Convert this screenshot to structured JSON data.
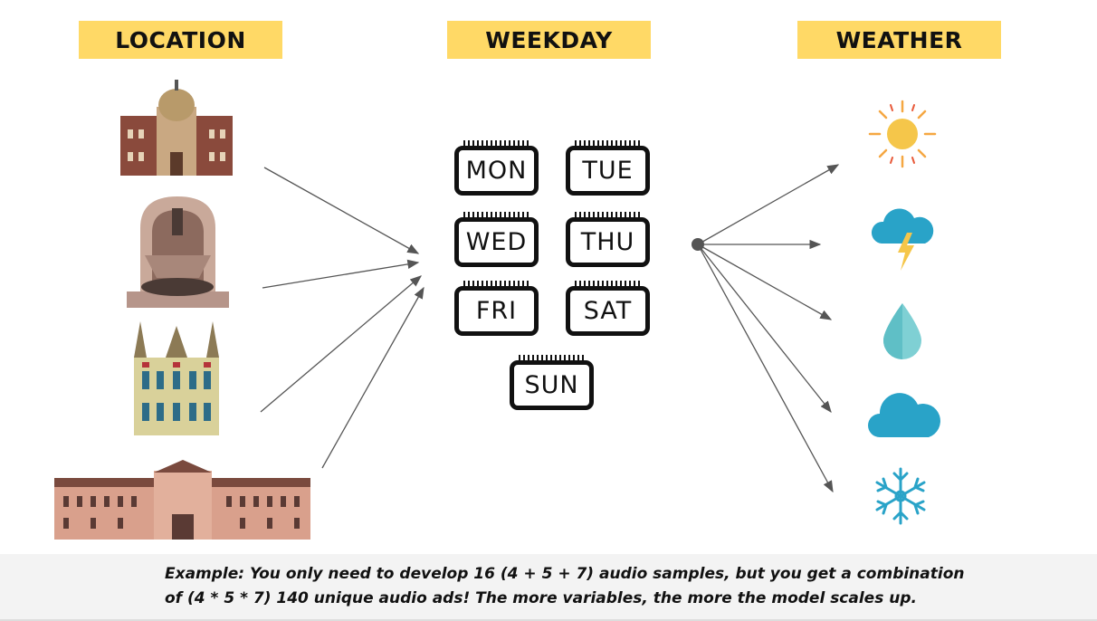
{
  "headers": {
    "location": "LOCATION",
    "weekday": "WEEKDAY",
    "weather": "WEATHER"
  },
  "weekdays": [
    "MON",
    "TUE",
    "WED",
    "THU",
    "FRI",
    "SAT",
    "SUN"
  ],
  "locations": [
    "domed-cathedral",
    "fountain-monument",
    "gothic-town-hall",
    "palace"
  ],
  "weather": [
    "sun-icon",
    "thunderstorm-icon",
    "raindrop-icon",
    "cloud-icon",
    "snowflake-icon"
  ],
  "colors": {
    "header_bg": "#ffd966",
    "weather_blue": "#29a3c8",
    "sun": "#f5c64a",
    "footer_bg": "#f3f3f3"
  },
  "footer": {
    "line1": "Example: You only need to develop 16 (4 + 5 + 7) audio samples, but you get a combination",
    "line2": "of (4 * 5 * 7) 140 unique audio ads! The more variables, the more the model scales up."
  }
}
